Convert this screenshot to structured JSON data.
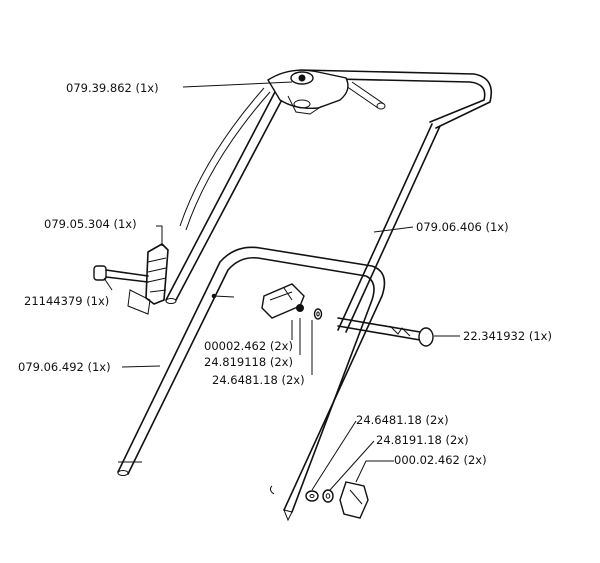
{
  "parts": [
    {
      "id": "upper_handle_bracket",
      "label": "079.39.862 (1x)"
    },
    {
      "id": "clip",
      "label": "079.05.304  (1x)"
    },
    {
      "id": "bolt_small",
      "label": "21144379  (1x)"
    },
    {
      "id": "upper_handle",
      "label": "079.06.406  (1x)"
    },
    {
      "id": "knob_left",
      "label": "00002.462  (2x)"
    },
    {
      "id": "spring_washer_left",
      "label": "24.819118  (2x)"
    },
    {
      "id": "washer_left",
      "label": "24.6481.18  (2x)"
    },
    {
      "id": "bolt_right",
      "label": "22.341932  (1x)"
    },
    {
      "id": "lower_handle",
      "label": "079.06.492  (1x)"
    },
    {
      "id": "washer_right",
      "label": "24.6481.18  (2x)"
    },
    {
      "id": "spring_washer_right",
      "label": "24.8191.18  (2x)"
    },
    {
      "id": "knob_right",
      "label": "000.02.462   (2x)"
    }
  ]
}
